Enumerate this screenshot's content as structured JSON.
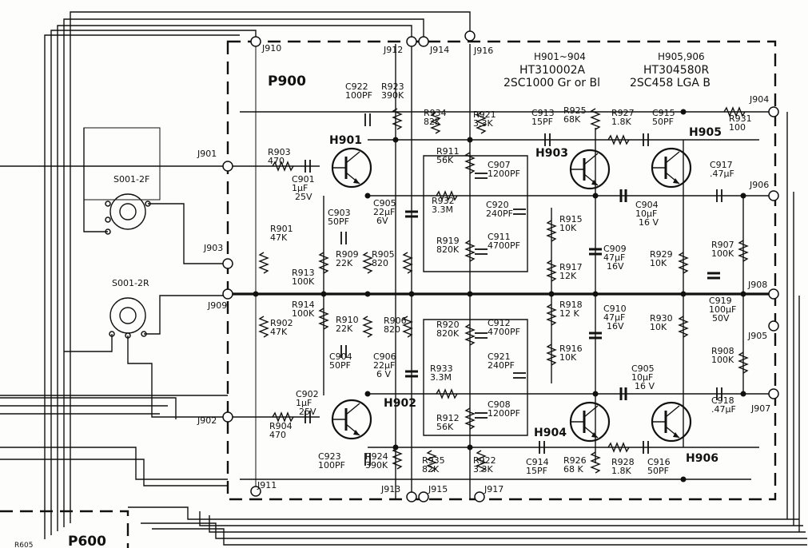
{
  "boards": {
    "main": "P900",
    "other": "P600",
    "partial_ref": "R605"
  },
  "header": {
    "h901_range": "H901~904",
    "h901_part": "HT310002A",
    "h901_type": "2SC1000 Gr or Bl",
    "h905_range": "H905,906",
    "h905_part": "HT304580R",
    "h905_type": "2SC458 LGA B"
  },
  "switches": [
    {
      "id": "S001-2F",
      "label": "S001-2F"
    },
    {
      "id": "S001-2R",
      "label": "S001-2R"
    }
  ],
  "jacks": [
    "J901",
    "J902",
    "J903",
    "J904",
    "J905",
    "J906",
    "J907",
    "J908",
    "J909",
    "J910",
    "J911",
    "J912",
    "J913",
    "J914",
    "J915",
    "J916",
    "J917"
  ],
  "transistors": [
    "H901",
    "H902",
    "H903",
    "H904",
    "H905",
    "H906"
  ],
  "components": [
    {
      "ref": "R903",
      "value": "470"
    },
    {
      "ref": "C901",
      "value": "1µF",
      "extra": "25V"
    },
    {
      "ref": "R901",
      "value": "47K"
    },
    {
      "ref": "R913",
      "value": "100K"
    },
    {
      "ref": "C903",
      "value": "50PF"
    },
    {
      "ref": "R909",
      "value": "22K"
    },
    {
      "ref": "R905",
      "value": "820"
    },
    {
      "ref": "C905",
      "value": "22µF",
      "extra": "6V"
    },
    {
      "ref": "C922",
      "value": "100PF"
    },
    {
      "ref": "R923",
      "value": "390K"
    },
    {
      "ref": "R934",
      "value": "82K"
    },
    {
      "ref": "R921",
      "value": "3.3K"
    },
    {
      "ref": "R911",
      "value": "56K"
    },
    {
      "ref": "C907",
      "value": "1200PF"
    },
    {
      "ref": "R932",
      "value": "3.3M"
    },
    {
      "ref": "C920",
      "value": "240PF"
    },
    {
      "ref": "R919",
      "value": "820K"
    },
    {
      "ref": "C911",
      "value": "4700PF"
    },
    {
      "ref": "C913",
      "value": "15PF"
    },
    {
      "ref": "R925",
      "value": "68K"
    },
    {
      "ref": "R927",
      "value": "1.8K"
    },
    {
      "ref": "C915",
      "value": "50PF"
    },
    {
      "ref": "R931",
      "value": "100"
    },
    {
      "ref": "C917",
      "value": ".47µF"
    },
    {
      "ref": "R915",
      "value": "10K"
    },
    {
      "ref": "R917",
      "value": "12K"
    },
    {
      "ref": "C909",
      "value": "47µF",
      "extra": "16V"
    },
    {
      "ref": "C904",
      "value": "10µF",
      "extra": "16 V"
    },
    {
      "ref": "R929",
      "value": "10K"
    },
    {
      "ref": "R907",
      "value": "100K"
    },
    {
      "ref": "R914",
      "value": "100K"
    },
    {
      "ref": "R902",
      "value": "47K"
    },
    {
      "ref": "R910",
      "value": "22K"
    },
    {
      "ref": "R906",
      "value": "820"
    },
    {
      "ref": "C904b",
      "value": "50PF",
      "label": "C904"
    },
    {
      "ref": "C906",
      "value": "22µF",
      "extra": "6 V"
    },
    {
      "ref": "R920",
      "value": "820K"
    },
    {
      "ref": "C912",
      "value": "4700PF"
    },
    {
      "ref": "R933",
      "value": "3.3M"
    },
    {
      "ref": "C921",
      "value": "240PF"
    },
    {
      "ref": "R912",
      "value": "56K"
    },
    {
      "ref": "C908",
      "value": "1200PF"
    },
    {
      "ref": "R918",
      "value": "12 K"
    },
    {
      "ref": "R916",
      "value": "10K"
    },
    {
      "ref": "C910",
      "value": "47µF",
      "extra": "16V"
    },
    {
      "ref": "R930",
      "value": "10K"
    },
    {
      "ref": "C919",
      "value": "100µF",
      "extra": "50V"
    },
    {
      "ref": "R908",
      "value": "100K"
    },
    {
      "ref": "C905b",
      "value": "10µF",
      "extra": "16 V",
      "label": "C905"
    },
    {
      "ref": "C918",
      "value": ".47µF"
    },
    {
      "ref": "C902",
      "value": "1µF",
      "extra": "25V"
    },
    {
      "ref": "R904",
      "value": "470"
    },
    {
      "ref": "C923",
      "value": "100PF"
    },
    {
      "ref": "R924",
      "value": "390K"
    },
    {
      "ref": "R935",
      "value": "82K"
    },
    {
      "ref": "R922",
      "value": "3.3K"
    },
    {
      "ref": "C914",
      "value": "15PF"
    },
    {
      "ref": "R926",
      "value": "68 K"
    },
    {
      "ref": "R928",
      "value": "1.8K"
    },
    {
      "ref": "C916",
      "value": "50PF"
    }
  ]
}
